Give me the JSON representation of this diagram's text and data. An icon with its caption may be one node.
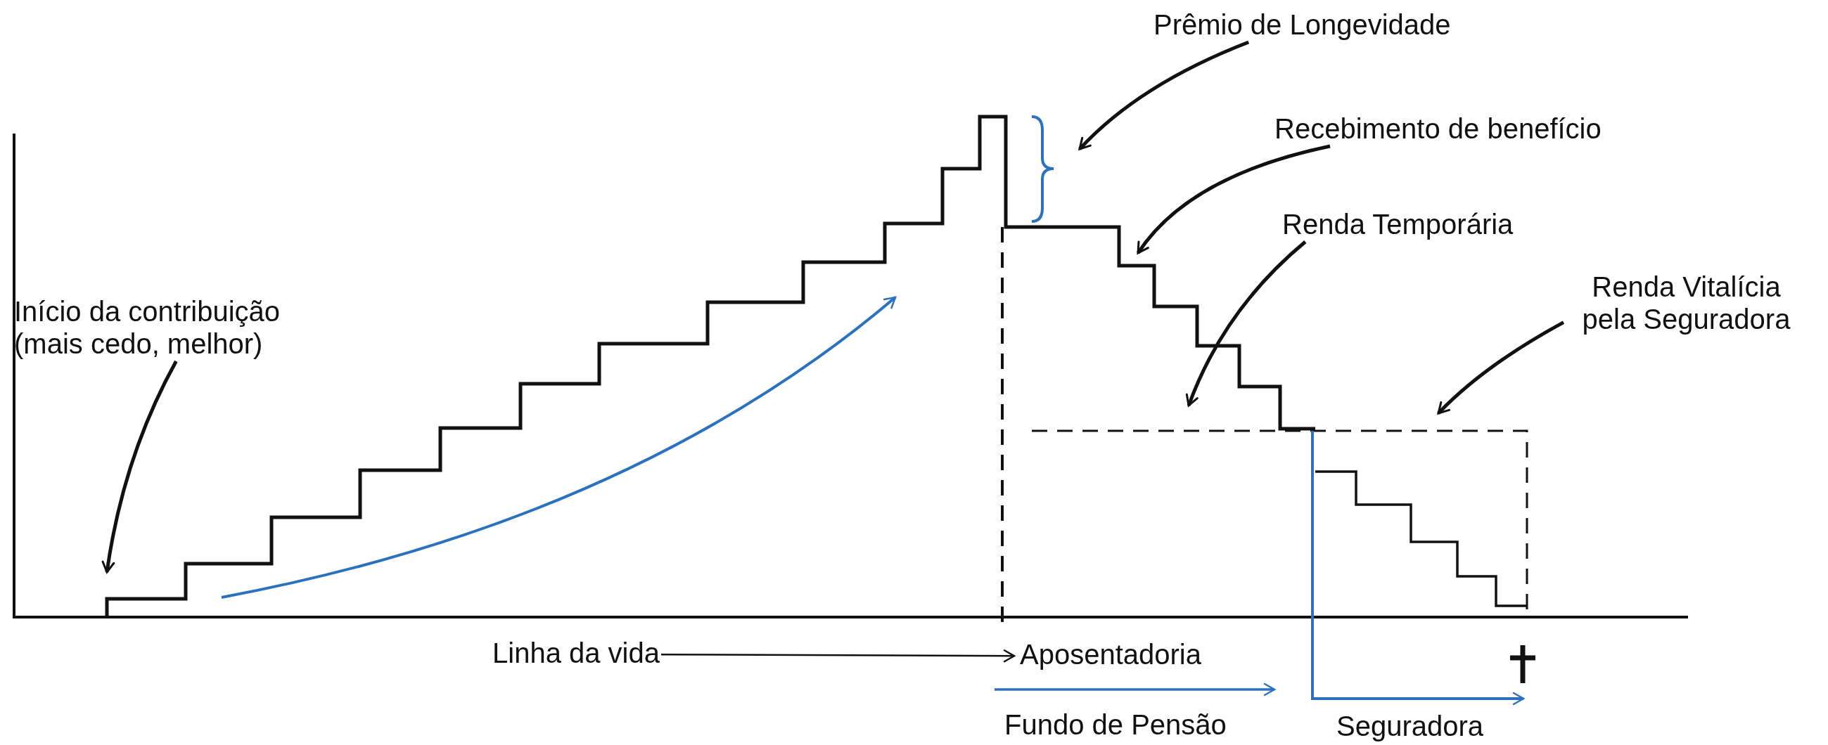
{
  "diagram": {
    "nodes": [
      {
        "text": [
          "Início da contribuição (mais cedo, melhor)"
        ]
      },
      {
        "text": [
          "Prêmio de Longevidade"
        ]
      },
      {
        "text": [
          "Recebimento de benefício"
        ]
      },
      {
        "text": [
          "Renda Temporária"
        ]
      },
      {
        "text": [
          "Renda Vitalícia pela Seguradora"
        ]
      },
      {
        "text": [
          "Linha da vida"
        ]
      },
      {
        "text": [
          "Aposentadoria"
        ]
      },
      {
        "text": [
          "Fundo de Pensão"
        ]
      },
      {
        "text": [
          "Seguradora"
        ]
      }
    ],
    "edges": [
      {
        "from": 0,
        "to": null,
        "arrow": "to"
      },
      {
        "from": 1,
        "to": null,
        "arrow": "to"
      },
      {
        "from": 2,
        "to": null,
        "arrow": "to"
      },
      {
        "from": 3,
        "to": null,
        "arrow": "to"
      },
      {
        "from": 4,
        "to": null,
        "arrow": "to"
      },
      {
        "from": 5,
        "to": 6,
        "arrow": "to"
      }
    ]
  }
}
